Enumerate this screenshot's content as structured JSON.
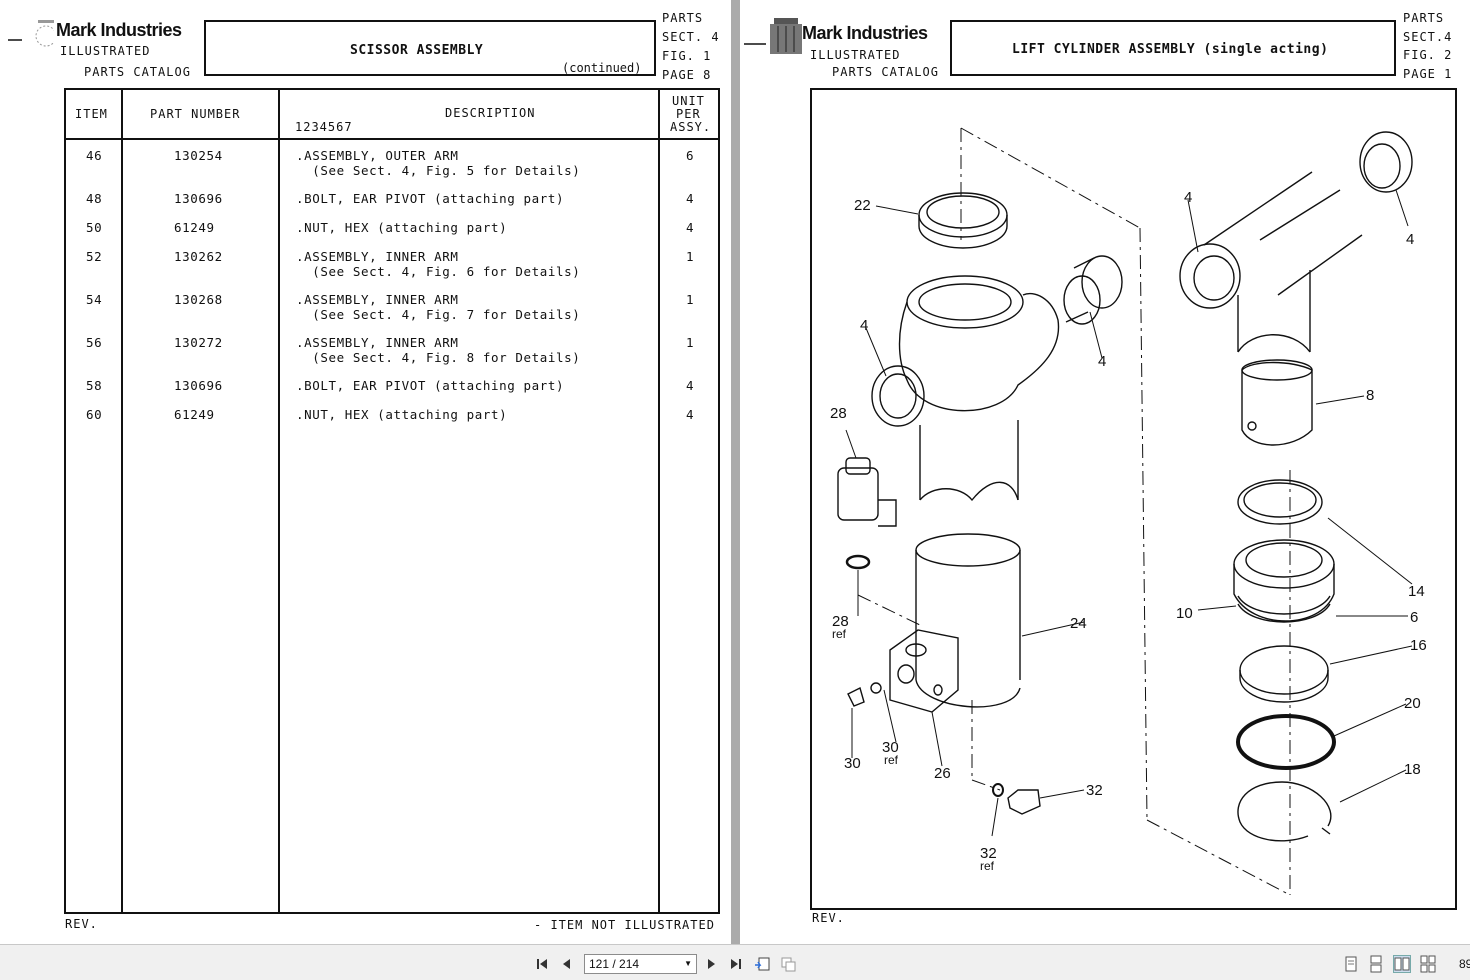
{
  "left": {
    "brand": "Mark Industries",
    "sub1": "ILLUSTRATED",
    "sub2": "PARTS CATALOG",
    "title": "SCISSOR ASSEMBLY",
    "continued": "(continued)",
    "ref": [
      "PARTS",
      "SECT. 4",
      "FIG.  1",
      "PAGE  8"
    ],
    "headers": {
      "item": "ITEM",
      "part": "PART NUMBER",
      "desc": "DESCRIPTION",
      "model": "1234567",
      "unit1": "UNIT",
      "unit2": "PER",
      "unit3": "ASSY."
    },
    "rows": [
      {
        "item": "46",
        "part": "130254",
        "desc": ".ASSEMBLY, OUTER ARM",
        "desc2": "  (See Sect. 4, Fig. 5 for Details)",
        "qty": "6"
      },
      {
        "item": "48",
        "part": "130696",
        "desc": ".BOLT, EAR PIVOT (attaching part)",
        "desc2": "",
        "qty": "4"
      },
      {
        "item": "50",
        "part": "61249",
        "desc": ".NUT, HEX (attaching part)",
        "desc2": "",
        "qty": "4"
      },
      {
        "item": "52",
        "part": "130262",
        "desc": ".ASSEMBLY, INNER ARM",
        "desc2": "  (See Sect. 4, Fig. 6 for Details)",
        "qty": "1"
      },
      {
        "item": "54",
        "part": "130268",
        "desc": ".ASSEMBLY, INNER ARM",
        "desc2": "  (See Sect. 4, Fig. 7 for Details)",
        "qty": "1"
      },
      {
        "item": "56",
        "part": "130272",
        "desc": ".ASSEMBLY, INNER ARM",
        "desc2": "  (See Sect. 4, Fig. 8 for Details)",
        "qty": "1"
      },
      {
        "item": "58",
        "part": "130696",
        "desc": ".BOLT, EAR PIVOT (attaching part)",
        "desc2": "",
        "qty": "4"
      },
      {
        "item": "60",
        "part": "61249",
        "desc": ".NUT, HEX (attaching part)",
        "desc2": "",
        "qty": "4"
      }
    ],
    "rev": "REV.",
    "footnote": "- ITEM NOT ILLUSTRATED"
  },
  "right": {
    "brand": "Mark Industries",
    "sub1": "ILLUSTRATED",
    "sub2": "PARTS CATALOG",
    "title": "LIFT CYLINDER ASSEMBLY (single acting)",
    "ref": [
      "PARTS",
      "SECT.4",
      "FIG. 2",
      "PAGE 1"
    ],
    "rev": "REV.",
    "callouts": {
      "c22": "22",
      "c4": "4",
      "c28": "28",
      "c24": "24",
      "c26": "26",
      "c30": "30",
      "c32": "32",
      "c8": "8",
      "c14": "14",
      "c10": "10",
      "c6": "6",
      "c16": "16",
      "c20": "20",
      "c18": "18",
      "ref": "ref"
    }
  },
  "toolbar": {
    "page_value": "121 / 214",
    "zoom": "89",
    "icons": [
      "first-page-icon",
      "prev-page-icon",
      "next-page-icon",
      "last-page-icon",
      "rotate-icon",
      "copy-icon",
      "single-page-icon",
      "continuous-icon",
      "facing-icon",
      "facing-continuous-icon"
    ]
  }
}
